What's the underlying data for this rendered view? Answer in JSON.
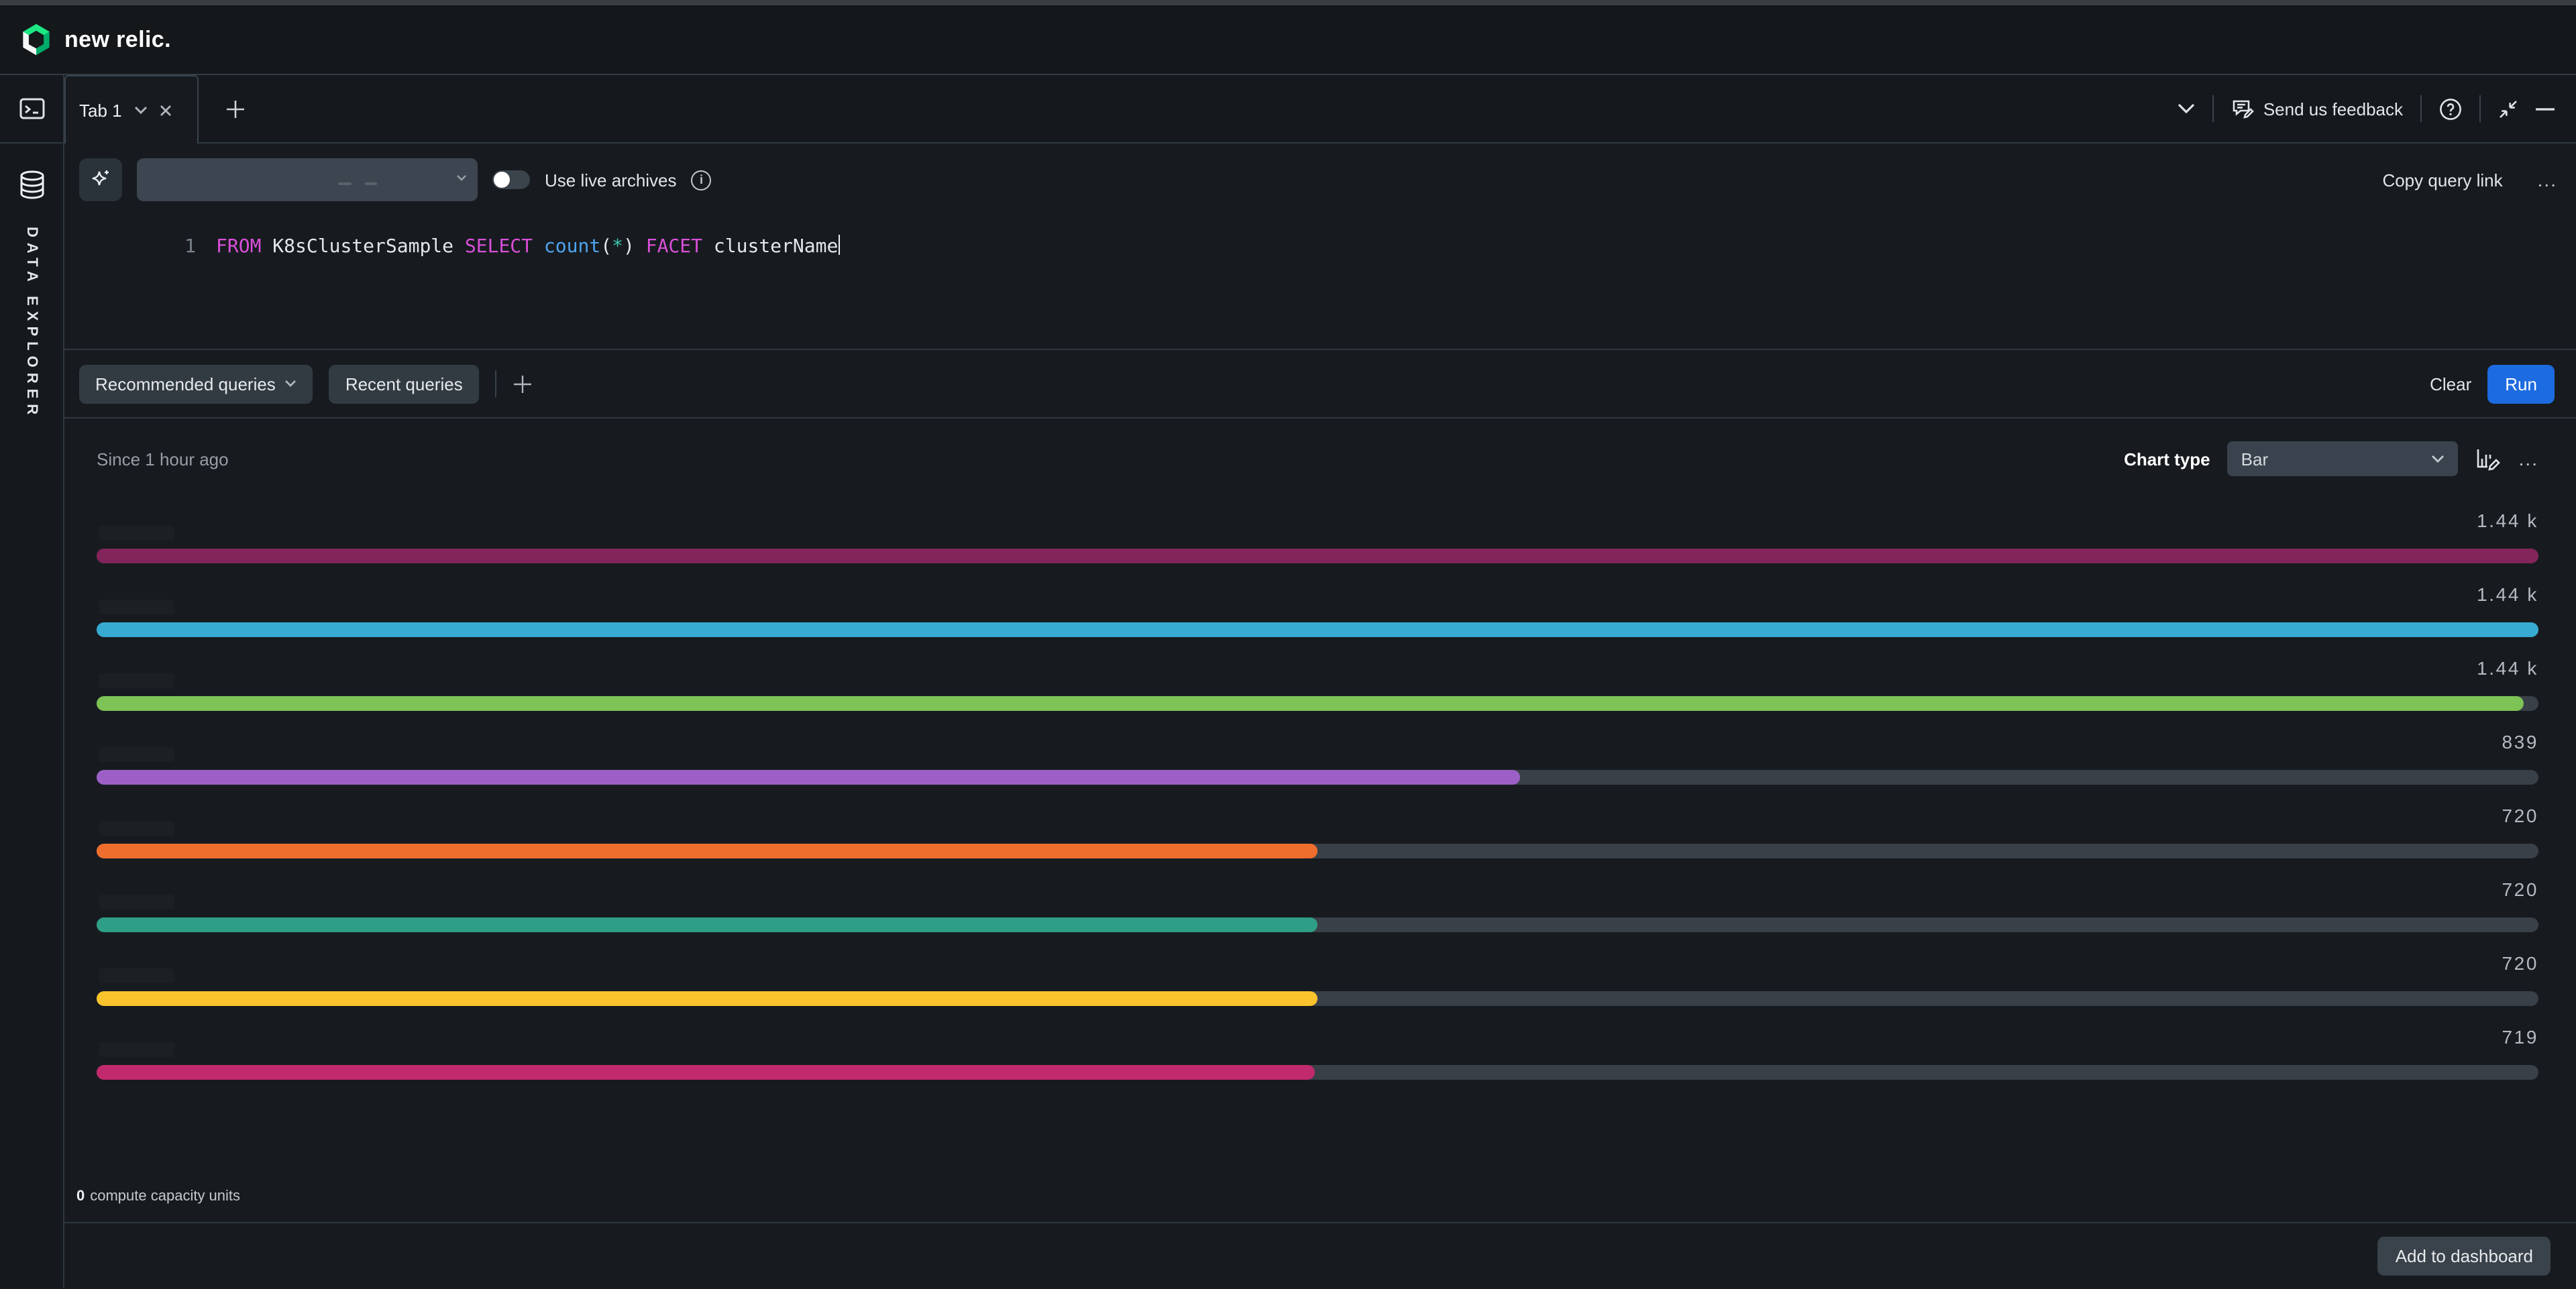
{
  "brand": {
    "name": "new relic."
  },
  "sidebar": {
    "vertical_label": "DATA EXPLORER"
  },
  "tabbar": {
    "active_tab": "Tab 1",
    "send_feedback": "Send us feedback"
  },
  "query_panel": {
    "use_live_archives": "Use live archives",
    "copy_query_link": "Copy query link",
    "menu_ellipsis": "...",
    "line_number": "1",
    "tokens": [
      {
        "text": "FROM",
        "type": "keyword"
      },
      {
        "text": " K8sClusterSample ",
        "type": "plain"
      },
      {
        "text": "SELECT",
        "type": "keyword"
      },
      {
        "text": " ",
        "type": "plain"
      },
      {
        "text": "count",
        "type": "function"
      },
      {
        "text": "(",
        "type": "plain"
      },
      {
        "text": "*",
        "type": "operator"
      },
      {
        "text": ")",
        "type": "plain"
      },
      {
        "text": " ",
        "type": "plain"
      },
      {
        "text": "FACET",
        "type": "keyword"
      },
      {
        "text": " clusterName",
        "type": "plain"
      }
    ]
  },
  "toolbar": {
    "recommended_queries": "Recommended queries",
    "recent_queries": "Recent queries",
    "clear": "Clear",
    "run": "Run"
  },
  "results": {
    "since": "Since 1 hour ago",
    "chart_type_label": "Chart type",
    "chart_type_value": "Bar",
    "menu_ellipsis": "...",
    "capacity_value": "0",
    "capacity_text": "compute capacity units",
    "add_to_dashboard": "Add to dashboard"
  },
  "chart_data": {
    "type": "bar",
    "orientation": "horizontal",
    "facet_field": "clusterName",
    "xlim": [
      0,
      1440
    ],
    "grid": false,
    "legend": false,
    "track_color": "#394047",
    "rows": [
      {
        "label": "",
        "value_label": "1.44 k",
        "value": 1440,
        "pct": 100,
        "color": "#83245B"
      },
      {
        "label": "",
        "value_label": "1.44 k",
        "value": 1440,
        "pct": 100,
        "color": "#38ABD2"
      },
      {
        "label": "",
        "value_label": "1.44 k",
        "value": 1436,
        "pct": 99.4,
        "color": "#7DC356"
      },
      {
        "label": "",
        "value_label": "839",
        "value": 839,
        "pct": 58.3,
        "color": "#9C5FC6"
      },
      {
        "label": "",
        "value_label": "720",
        "value": 720,
        "pct": 50.0,
        "color": "#EF6E2E"
      },
      {
        "label": "",
        "value_label": "720",
        "value": 720,
        "pct": 50.0,
        "color": "#2F9E87"
      },
      {
        "label": "",
        "value_label": "720",
        "value": 720,
        "pct": 50.0,
        "color": "#FBC32D"
      },
      {
        "label": "",
        "value_label": "719",
        "value": 719,
        "pct": 49.9,
        "color": "#C22A6E"
      }
    ]
  },
  "colors": {
    "run_button": "#1D6BE0",
    "brand_green_bright": "#1CE783",
    "brand_green_dark": "#00AC69",
    "keyword": "#D94FD9",
    "function": "#4FA4F0",
    "operator": "#3EC3B0"
  }
}
